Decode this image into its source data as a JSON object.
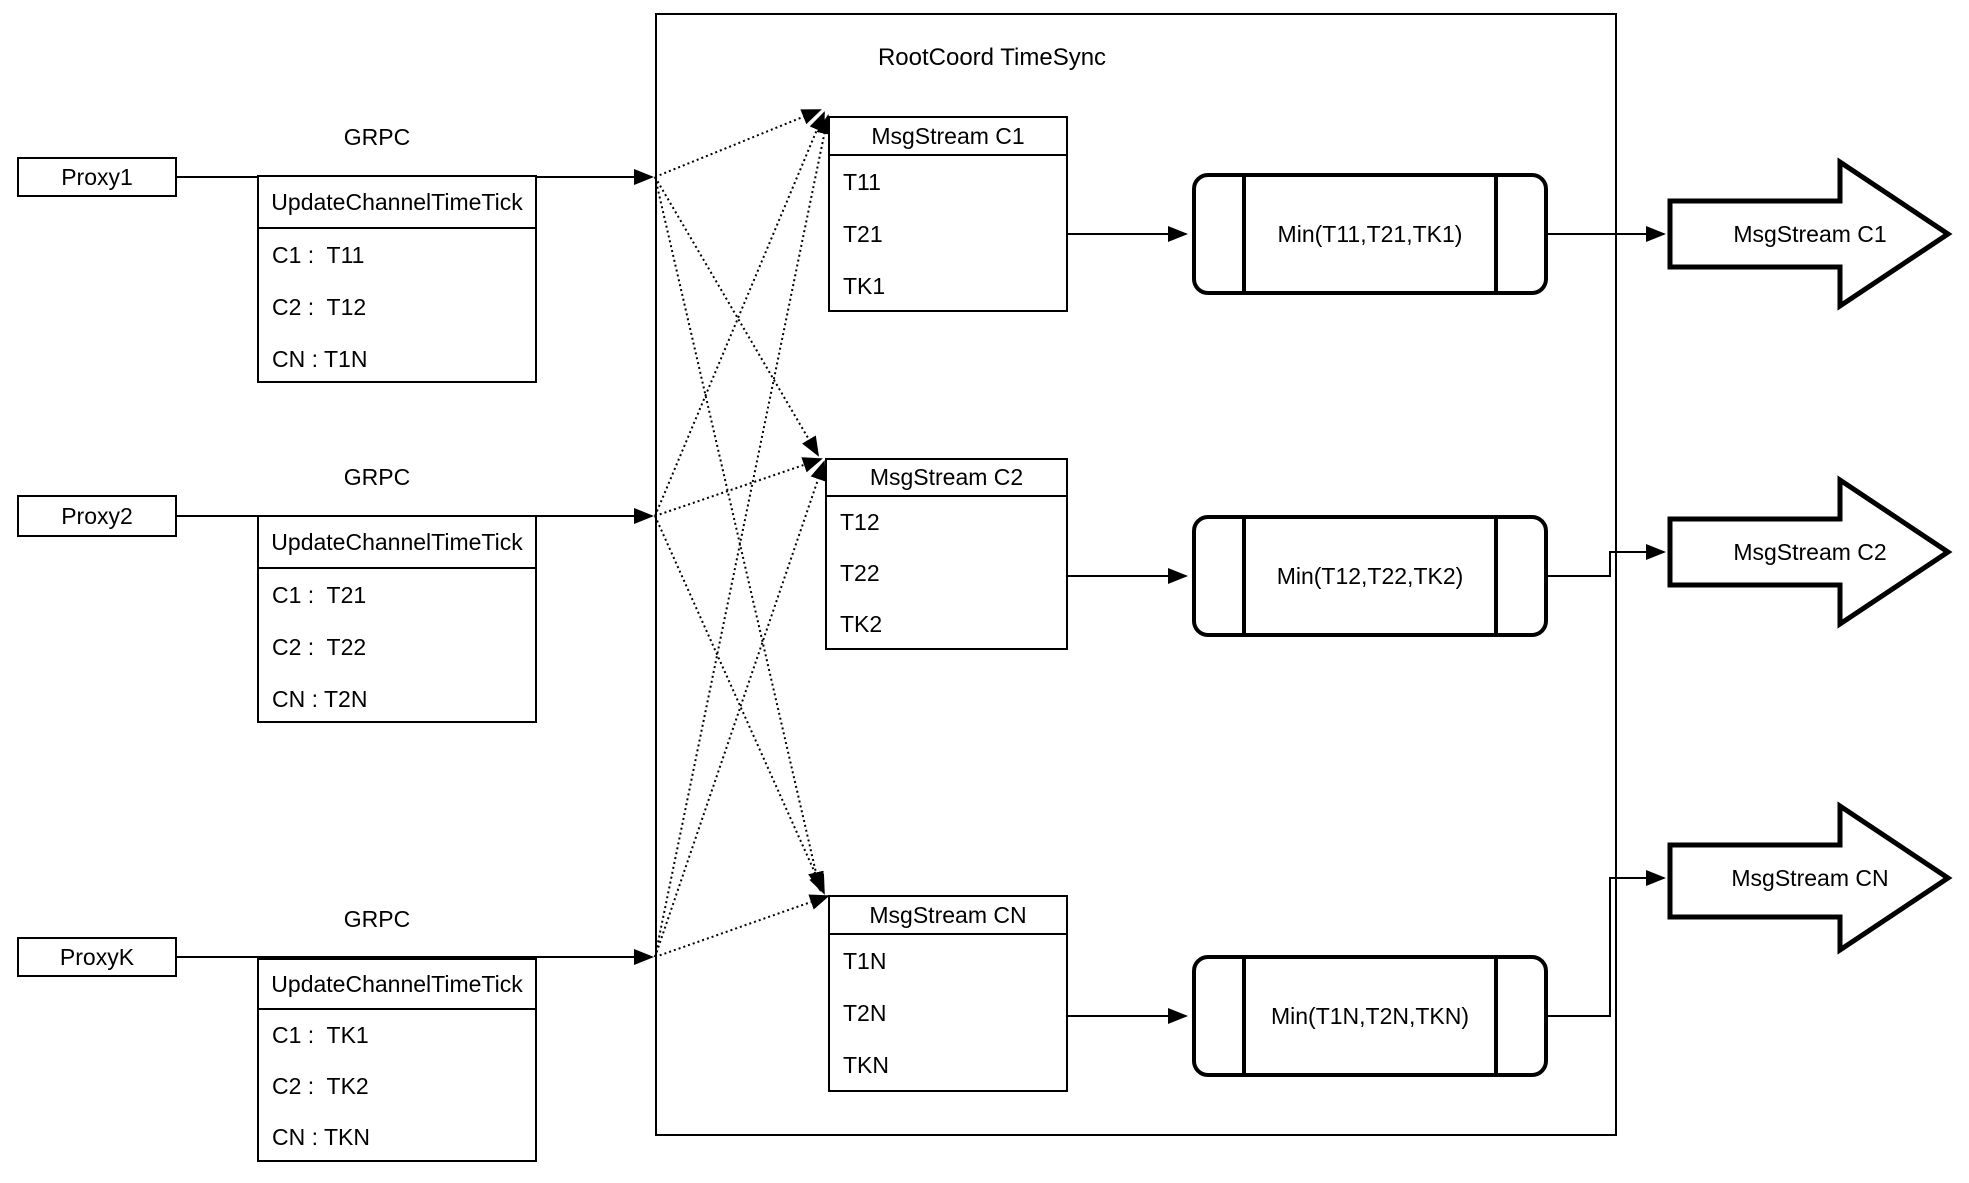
{
  "diagram": {
    "title": "RootCoord TimeSync",
    "proxies": [
      {
        "name": "Proxy1",
        "protocol": "GRPC",
        "table": {
          "header": "UpdateChannelTimeTick",
          "rows": [
            "C1 :  T11",
            "C2 :  T12",
            "CN : T1N"
          ]
        }
      },
      {
        "name": "Proxy2",
        "protocol": "GRPC",
        "table": {
          "header": "UpdateChannelTimeTick",
          "rows": [
            "C1 :  T21",
            "C2 :  T22",
            "CN : T2N"
          ]
        }
      },
      {
        "name": "ProxyK",
        "protocol": "GRPC",
        "table": {
          "header": "UpdateChannelTimeTick",
          "rows": [
            "C1 :  TK1",
            "C2 :  TK2",
            "CN : TKN"
          ]
        }
      }
    ],
    "streams": [
      {
        "header": "MsgStream C1",
        "rows": [
          "T11",
          "T21",
          "TK1"
        ],
        "min": "Min(T11,T21,TK1)",
        "output": "MsgStream C1"
      },
      {
        "header": "MsgStream C2",
        "rows": [
          "T12",
          "T22",
          "TK2"
        ],
        "min": "Min(T12,T22,TK2)",
        "output": "MsgStream C2"
      },
      {
        "header": "MsgStream CN",
        "rows": [
          "T1N",
          "T2N",
          "TKN"
        ],
        "min": "Min(T1N,T2N,TKN)",
        "output": "MsgStream CN"
      }
    ]
  }
}
